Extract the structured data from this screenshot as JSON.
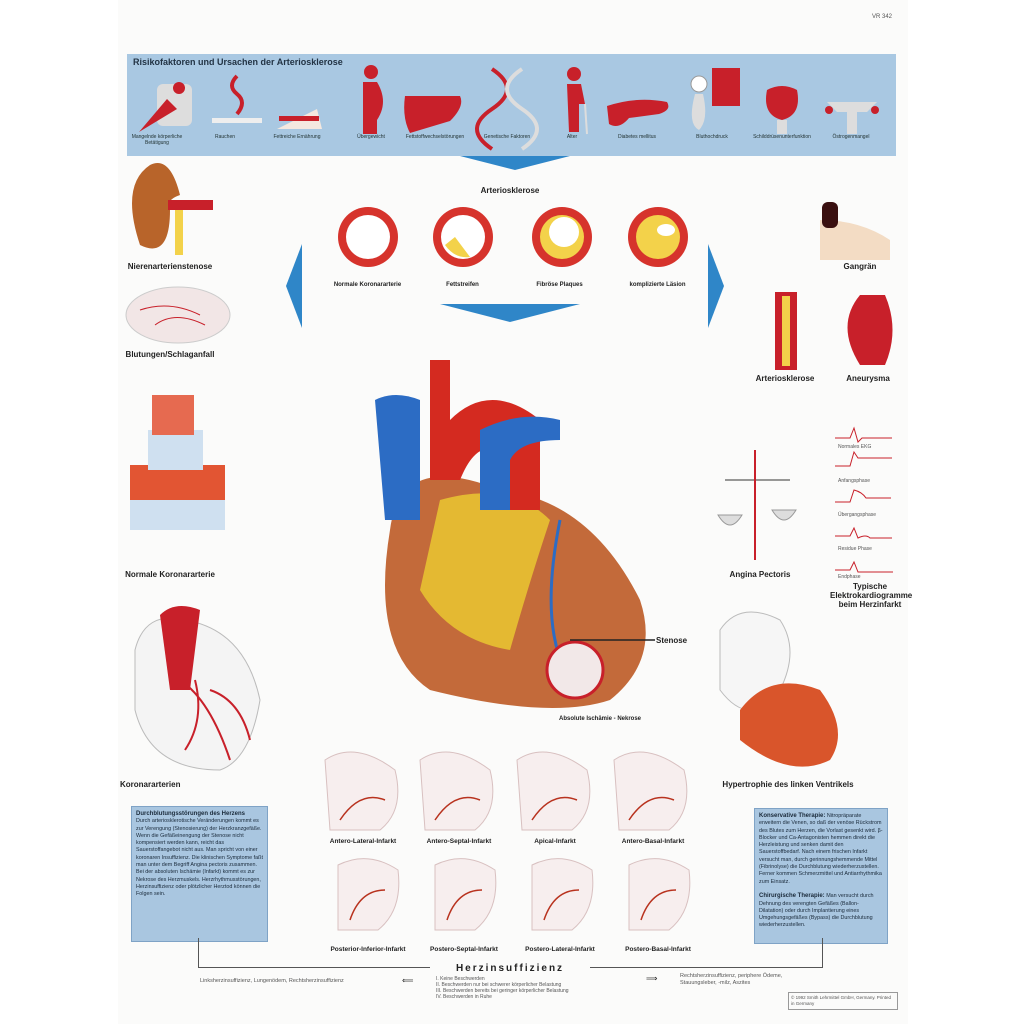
{
  "code": "VR 342",
  "banner": {
    "title": "Risikofaktoren und Ursachen der Arteriosklerose",
    "factors": [
      {
        "label": "Mangelnde körperliche Betätigung",
        "icon": "armchair-icon"
      },
      {
        "label": "Rauchen",
        "icon": "cigarette-icon"
      },
      {
        "label": "Fettreiche Ernährung",
        "icon": "cake-icon"
      },
      {
        "label": "Übergewicht",
        "icon": "overweight-person-icon"
      },
      {
        "label": "Fettstoffwechselstörungen",
        "icon": "liver-icon"
      },
      {
        "label": "Genetische Faktoren",
        "icon": "dna-icon"
      },
      {
        "label": "Alter",
        "icon": "elderly-person-icon"
      },
      {
        "label": "Diabetes mellitus",
        "icon": "pancreas-icon"
      },
      {
        "label": "Bluthochdruck",
        "icon": "blood-pressure-cuff-icon"
      },
      {
        "label": "Schilddrüsenunterfunktion",
        "icon": "thyroid-icon"
      },
      {
        "label": "Östrogenmangel",
        "icon": "uterus-icon"
      }
    ],
    "color": "#a9c8e2"
  },
  "arteriosclerosis": {
    "title": "Arteriosklerose",
    "stages": [
      "Normale Koronararterie",
      "Fettstreifen",
      "Fibröse Plaques",
      "komplizierte Läsion"
    ]
  },
  "left": {
    "kidney": "Nierenarterienstenose",
    "brain": "Blutungen/Schlaganfall",
    "artery": "Normale Koronararterie",
    "coronary": "Koronararterien"
  },
  "right": {
    "gangrene": "Gangrän",
    "arteriosclerosis": "Arteriosklerose",
    "aneurysm": "Aneurysma",
    "angina": "Angina Pectoris",
    "ecg_title": "Typische Elektrokardiogramme beim Herzinfarkt",
    "ecg": [
      "Normales EKG",
      "Anfangsphase",
      "Übergangsphase",
      "Residue Phase",
      "Endphase"
    ],
    "hypertrophy": "Hypertrophie des linken Ventrikels"
  },
  "heart": {
    "stenosis": "Stenose",
    "necrosis": "Absolute Ischämie - Nekrose"
  },
  "infarcts": {
    "top": [
      "Antero-Lateral-Infarkt",
      "Antero-Septal-Infarkt",
      "Apical-Infarkt",
      "Antero-Basal-Infarkt"
    ],
    "bottom": [
      "Posterior-Inferior-Infarkt",
      "Postero-Septal-Infarkt",
      "Postero-Lateral-Infarkt",
      "Postero-Basal-Infarkt"
    ]
  },
  "textbox_left": {
    "title": "Durchblutungsstörungen des Herzens",
    "body": "Durch arteriosklerotische Veränderungen kommt es zur Verengung (Stenosierung) der Herzkranzgefäße. Wenn die Gefäßeinengung der Stenose nicht kompensiert werden kann, reicht das Sauerstoffangebot nicht aus. Man spricht von einer koronaren Insuffizienz. Die klinischen Symptome faßt man unter dem Begriff Angina pectoris zusammen. Bei der absoluten Ischämie (Infarkt) kommt es zur Nekrose des Herzmuskels. Herzrhythmusstörungen, Herzinsuffizienz oder plötzlicher Herztod können die Folgen sein."
  },
  "textbox_right": {
    "title1": "Konservative Therapie:",
    "body1": "Nitropräparate erweitern die Venen, so daß der venöse Rückstrom des Blutes zum Herzen, die Vorlast gesenkt wird. β-Blocker und Ca-Antagonisten hemmen direkt die Herzleistung und senken damit den Sauerstoffbedarf. Nach einem frischen Infarkt versucht man, durch gerinnungshemmende Mittel (Fibrinolyse) die Durchblutung wiederherzustellen. Ferner kommen Schmerzmittel und Antiarrhythmika zum Einsatz.",
    "title2": "Chirurgische Therapie:",
    "body2": "Man versucht durch Dehnung des verengten Gefäßes (Ballon-Dilatation) oder durch Implantierung eines Umgehungsgefäßes (Bypass) die Durchblutung wiederherzustellen."
  },
  "insufficiency": {
    "title": "Herzinsuffizienz",
    "stages": [
      "I. Keine Beschwerden",
      "II. Beschwerden nur bei schwerer körperlicher Belastung",
      "III. Beschwerden bereits bei geringer körperlicher Belastung",
      "IV. Beschwerden in Ruhe"
    ],
    "left": "Linksherzinsuffizienz, Lungenödem, Rechtsherzinsuffizienz",
    "right": "Rechtsherzinsuffizienz, periphere Ödeme, Stauungsleber, -milz, Aszites"
  },
  "copyright": "© 1992 Smith Lehrmittel GmbH, Germany. Printed in Germany",
  "colors": {
    "red": "#c8202a",
    "blue": "#2f86c8",
    "yellow": "#f3d24a",
    "box": "#a9c6e0"
  }
}
